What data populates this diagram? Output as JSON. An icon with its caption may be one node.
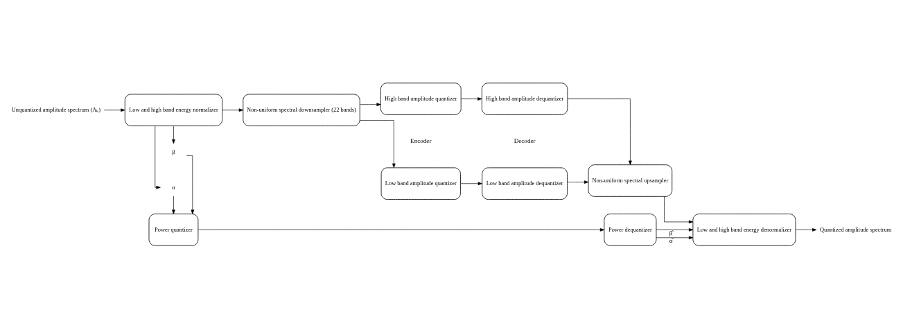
{
  "diagram": {
    "nodes": [
      {
        "text": [
          "Unquantized amplitude spectrum (Aₖ)"
        ]
      },
      {
        "text": [
          "Low and high band energy normalizer"
        ]
      },
      {
        "text": [
          "Non-uniform spectral downsampler (22 bands)"
        ]
      },
      {
        "text": [
          "Low band amplitude quantizer"
        ]
      },
      {
        "text": [
          "High band amplitude quantizer"
        ]
      },
      {
        "text": [
          "Low band amplitude dequantizer"
        ]
      },
      {
        "text": [
          "High band amplitude dequantizer"
        ]
      },
      {
        "text": [
          "Non-uniform spectral upsampler"
        ]
      },
      {
        "text": [
          "Low and high band energy denormalizer"
        ]
      },
      {
        "text": [
          "Quantized amplitude spectrum"
        ]
      },
      {
        "text": [
          "α"
        ]
      },
      {
        "text": [
          "β"
        ]
      },
      {
        "text": [
          "Power quantizer"
        ]
      },
      {
        "text": [
          "Power dequantizer"
        ]
      }
    ],
    "edges": [
      {
        "from": 0,
        "to": 1,
        "arrow": "to"
      },
      {
        "from": 1,
        "to": 2,
        "arrow": "to"
      },
      {
        "from": 2,
        "to": 3,
        "arrow": "to"
      },
      {
        "from": 2,
        "to": 4,
        "arrow": "to"
      },
      {
        "from": 3,
        "to": 5,
        "arrow": "to"
      },
      {
        "from": 4,
        "to": 6,
        "arrow": "to"
      },
      {
        "from": 5,
        "to": 7,
        "arrow": "to"
      },
      {
        "from": 6,
        "to": 7,
        "arrow": "to"
      },
      {
        "from": 7,
        "to": 8,
        "arrow": "to"
      },
      {
        "from": 8,
        "to": 9,
        "arrow": "to"
      },
      {
        "from": 1,
        "to": 10,
        "arrow": "to"
      },
      {
        "from": 1,
        "to": 11,
        "arrow": "to"
      },
      {
        "from": 10,
        "to": 12,
        "arrow": "to"
      },
      {
        "from": 11,
        "to": 12,
        "arrow": "to"
      },
      {
        "from": 12,
        "to": 13,
        "arrow": "to"
      },
      {
        "from": 13,
        "to": 8,
        "arrow": "to",
        "label": "α̂"
      },
      {
        "from": 13,
        "to": 8,
        "arrow": "to",
        "label": "β̂"
      }
    ],
    "labels": [
      "Encoder",
      "Decoder"
    ]
  }
}
